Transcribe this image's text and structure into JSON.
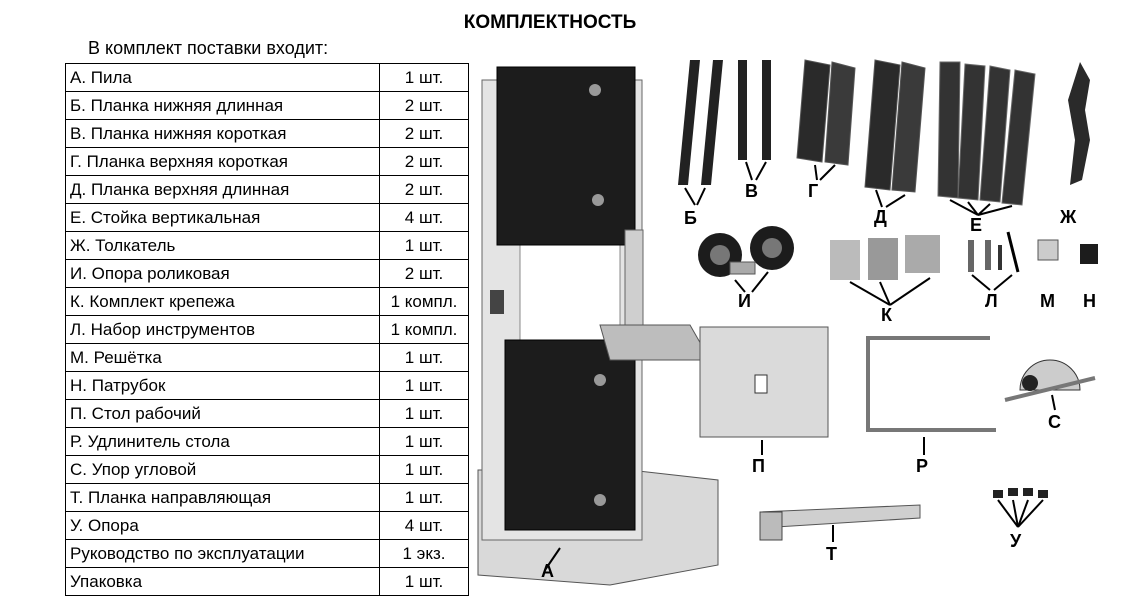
{
  "header": {
    "title": "КОМПЛЕКТНОСТЬ",
    "subtitle": "В комплект поставки входит:"
  },
  "items": [
    {
      "name": "А. Пила",
      "qty": "1 шт."
    },
    {
      "name": "Б. Планка нижняя длинная",
      "qty": "2 шт."
    },
    {
      "name": "В. Планка нижняя короткая",
      "qty": "2 шт."
    },
    {
      "name": "Г. Планка верхняя короткая",
      "qty": "2 шт."
    },
    {
      "name": "Д. Планка верхняя длинная",
      "qty": "2 шт."
    },
    {
      "name": "Е. Стойка вертикальная",
      "qty": "4 шт."
    },
    {
      "name": "Ж. Толкатель",
      "qty": "1 шт."
    },
    {
      "name": "И. Опора роликовая",
      "qty": "2 шт."
    },
    {
      "name": "К. Комплект крепежа",
      "qty": "1 компл."
    },
    {
      "name": "Л. Набор инструментов",
      "qty": "1 компл."
    },
    {
      "name": "М. Решётка",
      "qty": "1 шт."
    },
    {
      "name": "Н. Патрубок",
      "qty": "1 шт."
    },
    {
      "name": "П. Стол рабочий",
      "qty": "1 шт."
    },
    {
      "name": "Р. Удлинитель стола",
      "qty": "1 шт."
    },
    {
      "name": "С. Упор угловой",
      "qty": "1 шт."
    },
    {
      "name": "Т. Планка направляющая",
      "qty": "1 шт."
    },
    {
      "name": "У. Опора",
      "qty": "4 шт."
    },
    {
      "name": "Руководство по эксплуатации",
      "qty": "1 экз."
    },
    {
      "name": "Упаковка",
      "qty": "1 шт."
    }
  ],
  "figure_labels": {
    "A": "А",
    "B": "Б",
    "V": "В",
    "G": "Г",
    "D": "Д",
    "E": "Е",
    "ZH": "Ж",
    "I": "И",
    "K": "К",
    "L": "Л",
    "M": "М",
    "N": "Н",
    "P": "П",
    "R": "Р",
    "S": "С",
    "T": "Т",
    "U": "У"
  }
}
